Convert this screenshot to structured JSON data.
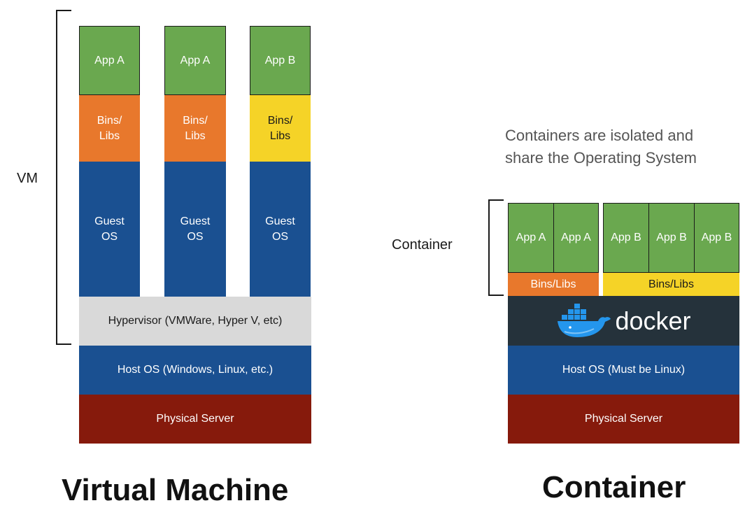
{
  "vm": {
    "label": "VM",
    "columns": [
      {
        "app": "App A",
        "bins": "Bins/\nLibs",
        "guest": "Guest\nOS"
      },
      {
        "app": "App A",
        "bins": "Bins/\nLibs",
        "guest": "Guest\nOS"
      },
      {
        "app": "App B",
        "bins": "Bins/\nLibs",
        "guest": "Guest\nOS"
      }
    ],
    "hypervisor": "Hypervisor (VMWare, Hyper V, etc)",
    "host_os": "Host OS (Windows, Linux, etc.)",
    "physical": "Physical Server",
    "title": "Virtual Machine"
  },
  "container": {
    "caption": "Containers are isolated and\nshare the Operating System",
    "label": "Container",
    "apps_a": [
      "App A",
      "App A"
    ],
    "apps_b": [
      "App B",
      "App B",
      "App B"
    ],
    "bins_a": "Bins/Libs",
    "bins_b": "Bins/Libs",
    "engine": "docker",
    "host_os": "Host OS (Must be Linux)",
    "physical": "Physical Server",
    "title": "Container"
  },
  "colors": {
    "app": "#6aa84f",
    "bins_orange": "#e8782c",
    "bins_yellow": "#f5d327",
    "guest_os": "#1a5091",
    "hypervisor": "#d9d9d9",
    "host_os": "#1a5091",
    "physical": "#861a0c",
    "docker_bg": "#25323b",
    "docker_blue": "#2496ed"
  }
}
